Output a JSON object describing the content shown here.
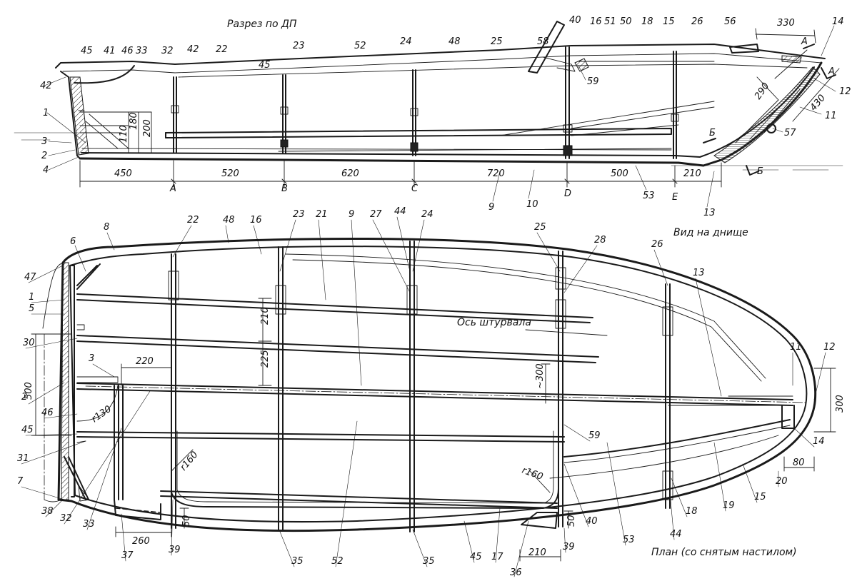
{
  "titles": {
    "profile": "Разрез по ДП",
    "bottom_view": "Вид на днище",
    "plan": "План (со снятым настилом)",
    "wheel_axis": "Ось штурвала"
  },
  "section_marks": [
    "A",
    "B",
    "C",
    "D",
    "E"
  ],
  "cut_marks": {
    "a": "A",
    "b": "Б"
  },
  "profile_dims": [
    "450",
    "520",
    "620",
    "720",
    "500",
    "210",
    "330",
    "290",
    "430",
    "110",
    "180",
    "200"
  ],
  "plan_dims": [
    "220",
    "210",
    "225",
    "~300",
    "500",
    "300",
    "80",
    "260",
    "50",
    "210",
    "50",
    "r130",
    "r160",
    "r160"
  ],
  "profile_labels": [
    "45",
    "41",
    "46",
    "33",
    "32",
    "42",
    "22",
    "45",
    "23",
    "52",
    "24",
    "48",
    "25",
    "58",
    "40",
    "16",
    "51",
    "50",
    "18",
    "15",
    "26",
    "56",
    "14",
    "42",
    "1",
    "3",
    "2",
    "4",
    "59",
    "12",
    "11",
    "57",
    "9",
    "10",
    "53",
    "13"
  ],
  "plan_labels": [
    "6",
    "8",
    "22",
    "48",
    "16",
    "23",
    "21",
    "9",
    "27",
    "44",
    "24",
    "25",
    "28",
    "26",
    "13",
    "11",
    "12",
    "47",
    "1",
    "5",
    "30",
    "3",
    "2",
    "46",
    "45",
    "31",
    "7",
    "38",
    "32",
    "33",
    "37",
    "39",
    "35",
    "52",
    "35",
    "45",
    "17",
    "36",
    "39",
    "40",
    "53",
    "18",
    "44",
    "19",
    "15",
    "20",
    "14",
    "59"
  ],
  "colors": {
    "ink": "#1a1a1a",
    "paper": "#ffffff"
  }
}
